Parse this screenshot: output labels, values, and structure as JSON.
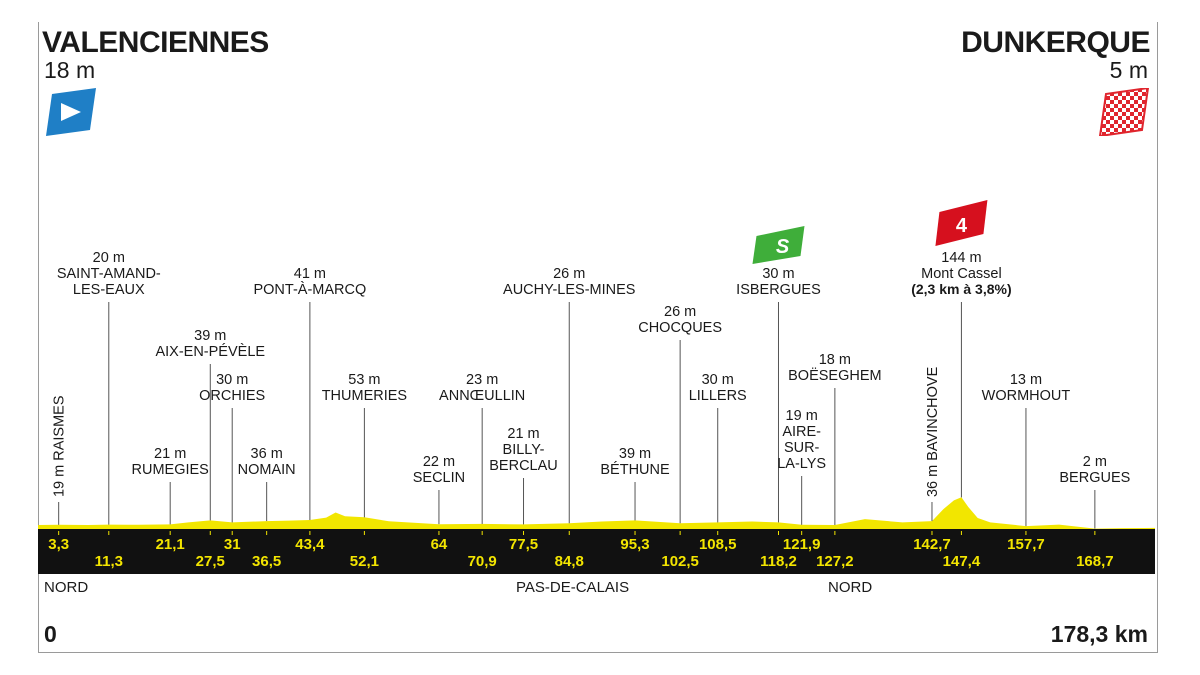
{
  "start": {
    "name": "VALENCIENNES",
    "altitude": "18 m"
  },
  "finish": {
    "name": "DUNKERQUE",
    "altitude": "5 m"
  },
  "distance": {
    "start": "0",
    "total": "178,3 km"
  },
  "regions": [
    {
      "label": "NORD",
      "x": 0
    },
    {
      "label": "PAS-DE-CALAIS",
      "x": 93
    },
    {
      "label": "NORD",
      "x": 146
    }
  ],
  "colors": {
    "profile": "#f2e600",
    "band": "#111111",
    "km_text": "#f3e500",
    "sprint": "#3fae3a",
    "climb": "#d6101e",
    "start_flag": "#1f7fc6",
    "finish_flag": "#e0252d"
  },
  "icons": {
    "start": "start-flag-icon",
    "finish": "finish-flag-icon",
    "sprint": "sprint-badge-icon",
    "climb": "climb-cat4-badge-icon"
  },
  "sprint_badge": "S",
  "climb_badge": "4",
  "waypoints": [
    {
      "km": 3.3,
      "km_label": "3,3",
      "lines": [
        "19 m RAISMES"
      ],
      "vertical": true
    },
    {
      "km": 11.3,
      "km_label": "11,3",
      "lines": [
        "20 m",
        "SAINT-AMAND-",
        "LES-EAUX"
      ]
    },
    {
      "km": 21.1,
      "km_label": "21,1",
      "lines": [
        "21 m",
        "RUMEGIES"
      ]
    },
    {
      "km": 27.5,
      "km_label": "27,5",
      "lines": [
        "39 m",
        "AIX-EN-PÉVÈLE"
      ]
    },
    {
      "km": 31,
      "km_label": "31",
      "lines": [
        "30 m",
        "ORCHIES"
      ]
    },
    {
      "km": 36.5,
      "km_label": "36,5",
      "lines": [
        "36 m",
        "NOMAIN"
      ]
    },
    {
      "km": 43.4,
      "km_label": "43,4",
      "lines": [
        "41 m",
        "PONT-À-MARCQ"
      ]
    },
    {
      "km": 52.1,
      "km_label": "52,1",
      "lines": [
        "53 m",
        "THUMERIES"
      ]
    },
    {
      "km": 64,
      "km_label": "64",
      "lines": [
        "22 m",
        "SECLIN"
      ]
    },
    {
      "km": 70.9,
      "km_label": "70,9",
      "lines": [
        "23 m",
        "ANNŒULLIN"
      ]
    },
    {
      "km": 77.5,
      "km_label": "77,5",
      "lines": [
        "21 m",
        "BILLY-",
        "BERCLAU"
      ]
    },
    {
      "km": 84.8,
      "km_label": "84,8",
      "lines": [
        "26 m",
        "AUCHY-LES-MINES"
      ]
    },
    {
      "km": 95.3,
      "km_label": "95,3",
      "lines": [
        "39 m",
        "BÉTHUNE"
      ]
    },
    {
      "km": 102.5,
      "km_label": "102,5",
      "lines": [
        "26 m",
        "CHOCQUES"
      ]
    },
    {
      "km": 108.5,
      "km_label": "108,5",
      "lines": [
        "30 m",
        "LILLERS"
      ]
    },
    {
      "km": 118.2,
      "km_label": "118,2",
      "lines": [
        "30 m",
        "ISBERGUES"
      ],
      "sprint": true
    },
    {
      "km": 121.9,
      "km_label": "121,9",
      "lines": [
        "19 m",
        "AIRE-",
        "SUR-",
        "LA-LYS"
      ]
    },
    {
      "km": 127.2,
      "km_label": "127,2",
      "lines": [
        "18 m",
        "BOËSEGHEM"
      ]
    },
    {
      "km": 142.7,
      "km_label": "142,7",
      "lines": [
        "36 m BAVINCHOVE"
      ],
      "vertical": true
    },
    {
      "km": 147.4,
      "km_label": "147,4",
      "lines": [
        "144 m",
        "Mont Cassel"
      ],
      "extra": "(2,3 km à 3,8%)",
      "climb": true
    },
    {
      "km": 157.7,
      "km_label": "157,7",
      "lines": [
        "13 m",
        "WORMHOUT"
      ]
    },
    {
      "km": 168.7,
      "km_label": "168,7",
      "lines": [
        "2 m",
        "BERGUES"
      ]
    }
  ],
  "chart_data": {
    "type": "area",
    "x": [
      0,
      3.3,
      8,
      11.3,
      16,
      21.1,
      24,
      27.5,
      31,
      36.5,
      40,
      43.4,
      46,
      47.5,
      49,
      52.1,
      56,
      60,
      64,
      70.9,
      77.5,
      84.8,
      90,
      95.3,
      102.5,
      108.5,
      114,
      118.2,
      121.9,
      127.2,
      132,
      138,
      142.7,
      144.5,
      146.2,
      147.4,
      148.5,
      150,
      152,
      157.7,
      163,
      168.7,
      173,
      178.3
    ],
    "y": [
      18,
      19,
      18,
      20,
      19,
      21,
      30,
      39,
      30,
      36,
      38,
      41,
      52,
      75,
      58,
      53,
      35,
      28,
      22,
      23,
      21,
      26,
      34,
      39,
      26,
      30,
      34,
      30,
      19,
      18,
      45,
      30,
      36,
      90,
      130,
      144,
      100,
      50,
      30,
      13,
      20,
      2,
      4,
      5
    ],
    "xlim": [
      0,
      178.3
    ]
  }
}
